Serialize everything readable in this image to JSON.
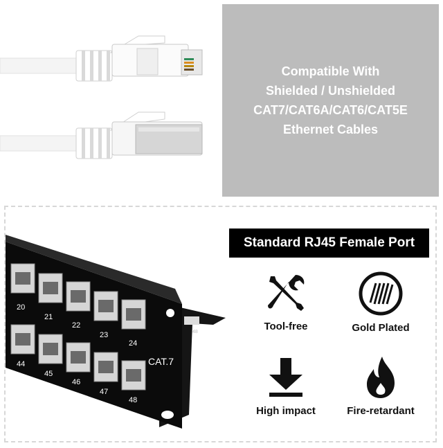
{
  "compat_box": {
    "lines": [
      "Compatible With",
      "Shielded / Unshielded",
      "CAT7/CAT6A/CAT6/CAT5E",
      "Ethernet Cables"
    ]
  },
  "port_banner": {
    "text": "Standard RJ45 Female Port"
  },
  "features": [
    {
      "label": "Tool-free",
      "icon": "wrench-screwdriver-icon"
    },
    {
      "label": "Gold Plated",
      "icon": "gold-contacts-icon"
    },
    {
      "label": "High impact",
      "icon": "download-arrow-icon"
    },
    {
      "label": "Fire-retardant",
      "icon": "flame-icon"
    }
  ],
  "patch_panel": {
    "label": "CAT.7",
    "side_label": "48",
    "top_row_ports": [
      "20",
      "21",
      "22",
      "23",
      "24"
    ],
    "bottom_row_ports": [
      "44",
      "45",
      "46",
      "47",
      "48"
    ]
  },
  "colors": {
    "box_grey": "#bcbcbc",
    "banner": "#000000",
    "panel": "#0b0b0b",
    "dash": "#d7d7d7"
  }
}
